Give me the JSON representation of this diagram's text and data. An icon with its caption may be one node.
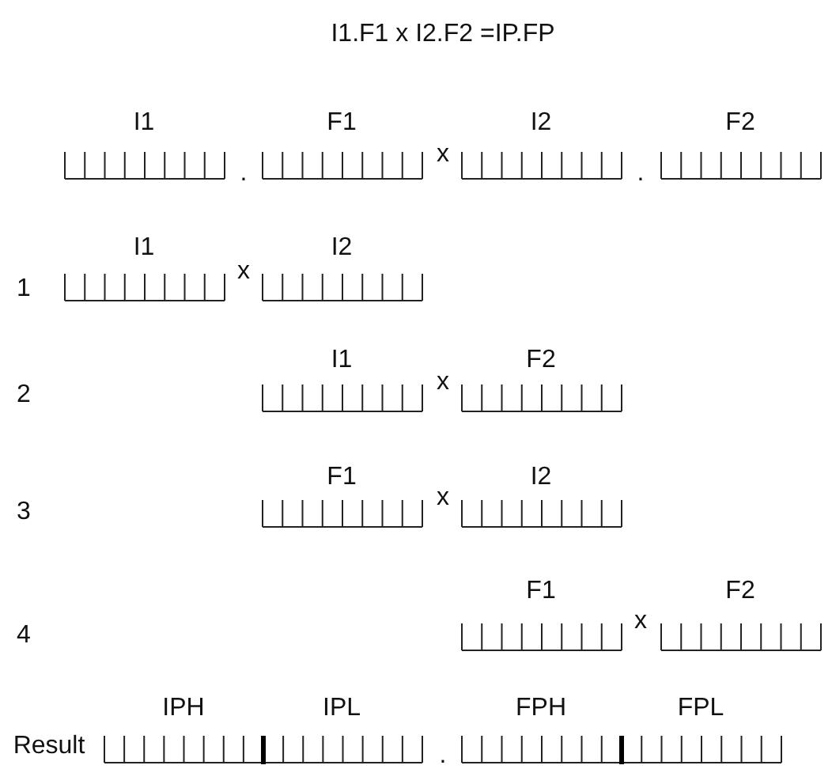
{
  "diagram": {
    "title": "I1.F1 x I2.F2 =IP.FP",
    "labels": [
      "I1",
      "F1",
      "I2",
      "F2",
      ".",
      "x",
      ".",
      "1",
      "I1",
      "I2",
      "x",
      "2",
      "I1",
      "F2",
      "x",
      "3",
      "F1",
      "I2",
      "x",
      "4",
      "F1",
      "F2",
      "x",
      "IPH",
      "IPL",
      "FPH",
      "FPL",
      "Result",
      "."
    ]
  }
}
